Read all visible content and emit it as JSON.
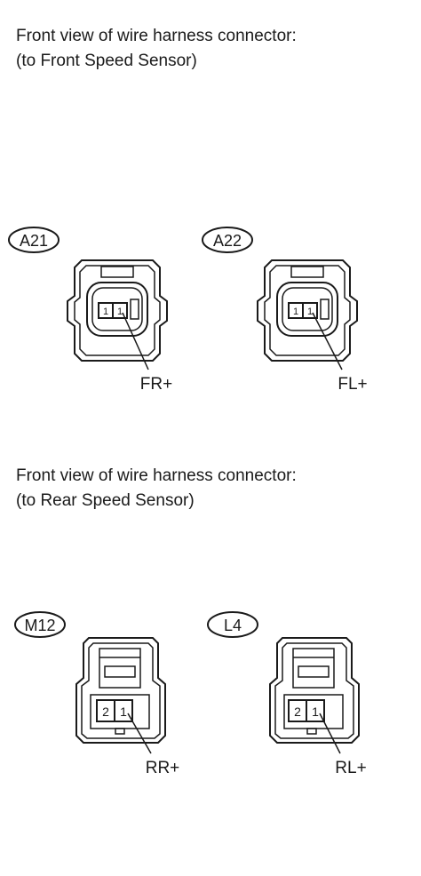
{
  "sections": [
    {
      "line1": "Front view of wire harness connector:",
      "line2": "(to Front Speed Sensor)"
    },
    {
      "line1": "Front view of wire harness connector:",
      "line2": "(to Rear Speed Sensor)"
    }
  ],
  "connectors": [
    {
      "id": "A21",
      "pins": [
        "1",
        "1"
      ],
      "signal": "FR+",
      "style": "front"
    },
    {
      "id": "A22",
      "pins": [
        "1",
        "1"
      ],
      "signal": "FL+",
      "style": "front"
    },
    {
      "id": "M12",
      "pins": [
        "2",
        "1"
      ],
      "signal": "RR+",
      "style": "rear"
    },
    {
      "id": "L4",
      "pins": [
        "2",
        "1"
      ],
      "signal": "RL+",
      "style": "rear"
    }
  ],
  "colors": {
    "ink": "#1a1a1a",
    "background": "#ffffff"
  }
}
